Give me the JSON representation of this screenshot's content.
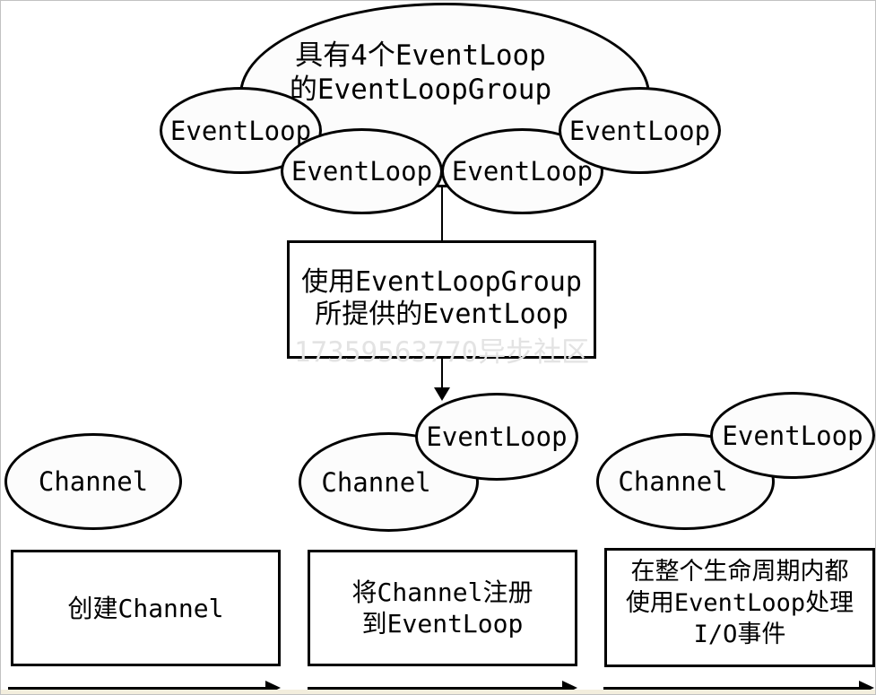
{
  "top_group": {
    "label_line1": "具有4个EventLoop",
    "label_line2": "的EventLoopGroup",
    "event_loop_labels": [
      "EventLoop",
      "EventLoop",
      "EventLoop",
      "EventLoop"
    ]
  },
  "provider_box": {
    "line1": "使用EventLoopGroup",
    "line2": "所提供的EventLoop"
  },
  "watermark": "17359563770异步社区",
  "stages": [
    {
      "channel_label": "Channel",
      "caption_line1": "创建Channel"
    },
    {
      "channel_label": "Channel",
      "event_loop_label": "EventLoop",
      "caption_line1": "将Channel注册",
      "caption_line2": "到EventLoop"
    },
    {
      "channel_label": "Channel",
      "event_loop_label": "EventLoop",
      "caption_line1": "在整个生命周期内都",
      "caption_line2": "使用EventLoop处理",
      "caption_line3": "I/O事件"
    }
  ],
  "colors": {
    "stroke": "#000000",
    "shape_fill": "#fcfcfc",
    "watermark_text": "#e3e3e3",
    "page_border": "#c2c2c2",
    "bottom_strip": "#f3eedd"
  }
}
